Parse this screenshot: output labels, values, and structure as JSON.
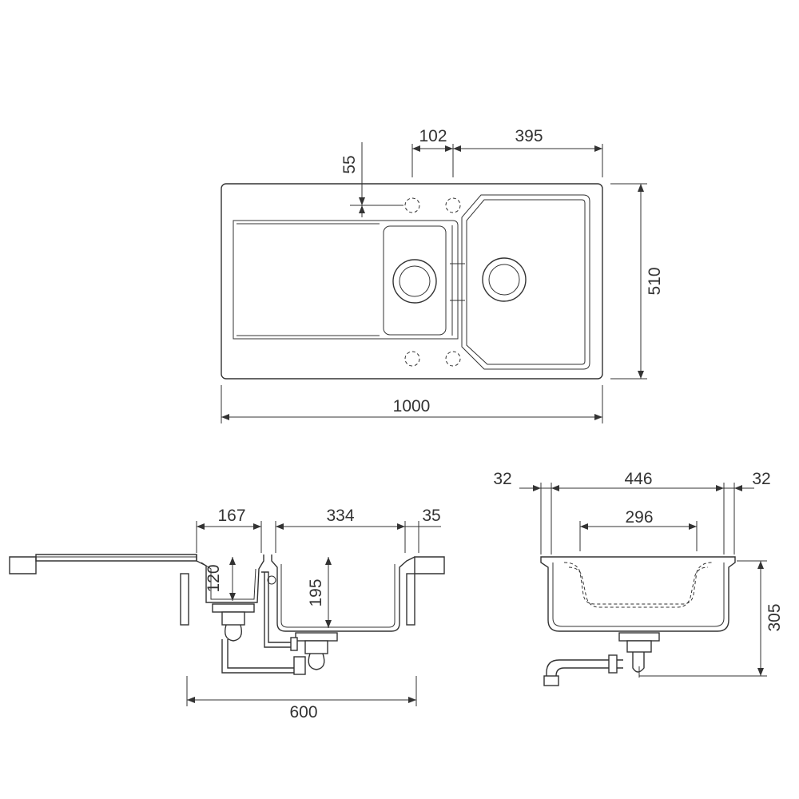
{
  "dimensions": {
    "top_55": "55",
    "top_102": "102",
    "top_395": "395",
    "top_510": "510",
    "top_1000": "1000",
    "left_167": "167",
    "left_334": "334",
    "left_35": "35",
    "left_120": "120",
    "left_195": "195",
    "left_600": "600",
    "right_32a": "32",
    "right_446": "446",
    "right_32b": "32",
    "right_296": "296",
    "right_305": "305"
  },
  "colors": {
    "line": "#333333",
    "background": "#ffffff"
  }
}
